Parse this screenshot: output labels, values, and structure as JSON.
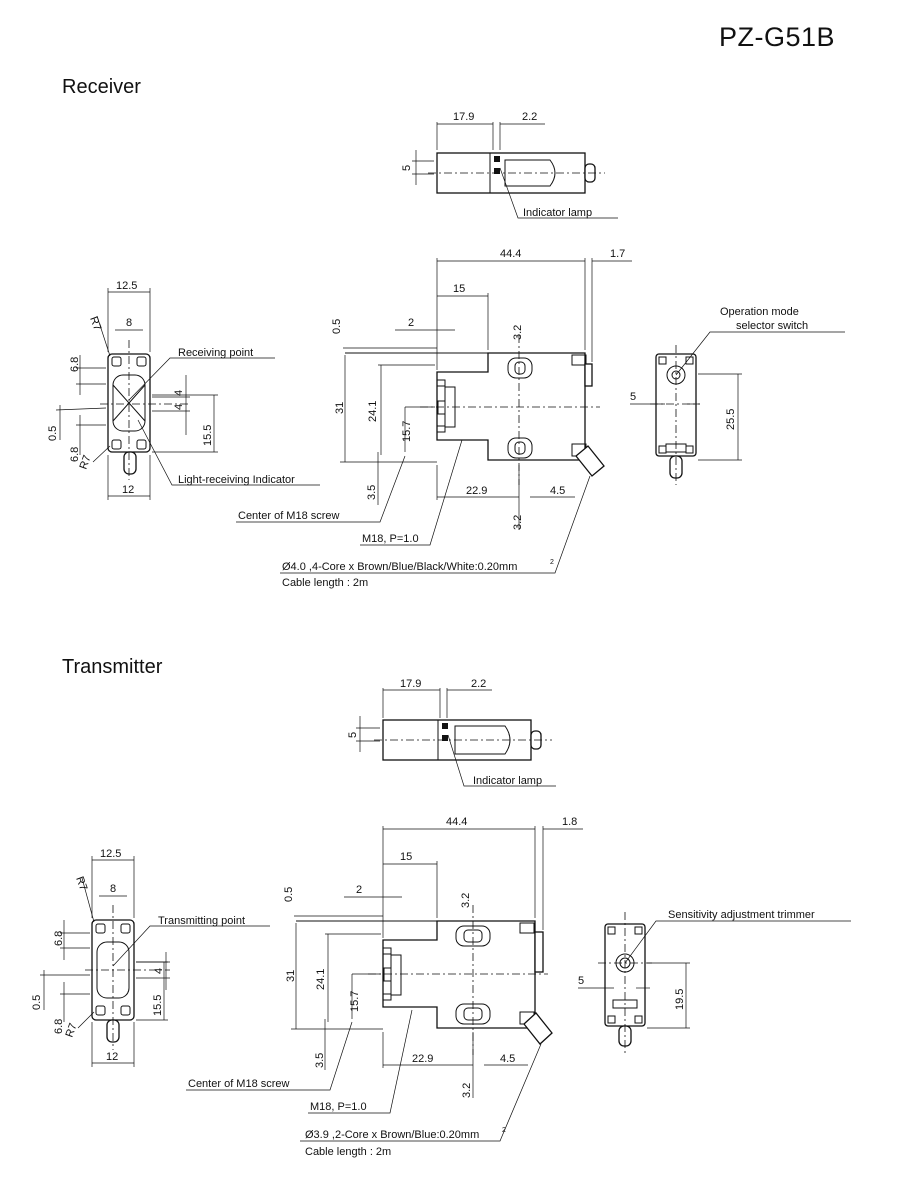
{
  "model": "PZ-G51B",
  "receiver": {
    "title": "Receiver",
    "top": {
      "d1": "17.9",
      "d2": "2.2",
      "d3": "5",
      "label_lamp": "Indicator lamp"
    },
    "front": {
      "d_125": "12.5",
      "d_8": "8",
      "r1": "R7",
      "r2": "R7",
      "d_68a": "6.8",
      "d_68b": "6.8",
      "d_05": "0.5",
      "d_4a": "4",
      "d_4b": "4",
      "d_155": "15.5",
      "d_12": "12",
      "label_point": "Receiving point",
      "label_ind": "Light-receiving Indicator"
    },
    "side": {
      "d_444": "44.4",
      "d_17": "1.7",
      "d_15": "15",
      "d_2": "2",
      "d_05": "0.5",
      "d_32a": "3.2",
      "d_31": "31",
      "d_241": "24.1",
      "d_157": "15.7",
      "d_35": "3.5",
      "d_229": "22.9",
      "d_45": "4.5",
      "d_32b": "3.2"
    },
    "rear": {
      "d_5": "5",
      "d_255": "25.5",
      "label_mode1": "Operation mode",
      "label_mode2": "selector switch"
    },
    "notes": {
      "m18_center": "Center of M18 screw",
      "m18_thread": "M18, P=1.0",
      "cable": "Ø4.0 ,4-Core x Brown/Blue/Black/White:0.20mm",
      "cable_sup": "2",
      "cable_len": "Cable length : 2m"
    }
  },
  "transmitter": {
    "title": "Transmitter",
    "top": {
      "d1": "17.9",
      "d2": "2.2",
      "d3": "5",
      "label_lamp": "Indicator lamp"
    },
    "front": {
      "d_125": "12.5",
      "d_8": "8",
      "r1": "R7",
      "r2": "R7",
      "d_68a": "6.8",
      "d_68b": "6.8",
      "d_05": "0.5",
      "d_4": "4",
      "d_155": "15.5",
      "d_12": "12",
      "label_point": "Transmitting point"
    },
    "side": {
      "d_444": "44.4",
      "d_18": "1.8",
      "d_15": "15",
      "d_2": "2",
      "d_05": "0.5",
      "d_32a": "3.2",
      "d_31": "31",
      "d_241": "24.1",
      "d_157": "15.7",
      "d_35": "3.5",
      "d_229": "22.9",
      "d_45": "4.5",
      "d_32b": "3.2"
    },
    "rear": {
      "d_5": "5",
      "d_195": "19.5",
      "label_trim": "Sensitivity adjustment trimmer"
    },
    "notes": {
      "m18_center": "Center of M18 screw",
      "m18_thread": "M18, P=1.0",
      "cable": "Ø3.9 ,2-Core x Brown/Blue:0.20mm",
      "cable_sup": "2",
      "cable_len": "Cable length : 2m"
    }
  }
}
